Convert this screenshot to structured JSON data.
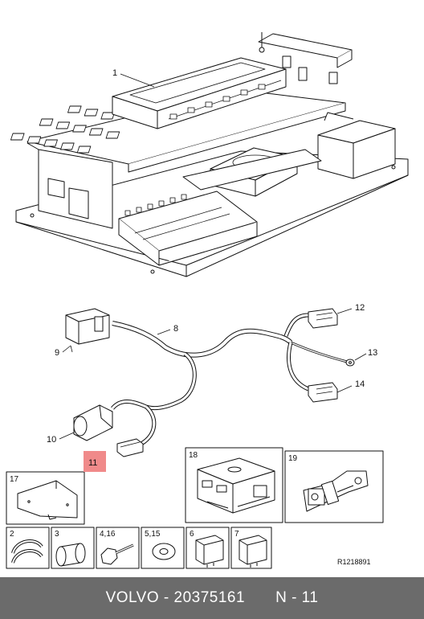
{
  "callouts": {
    "c1": "1",
    "c8": "8",
    "c9": "9",
    "c10": "10",
    "c11": "11",
    "c12": "12",
    "c13": "13",
    "c14": "14"
  },
  "boxes": {
    "b17": "17",
    "b18": "18",
    "b19": "19",
    "b2": "2",
    "b3": "3",
    "b4_16": "4,16",
    "b5_15": "5,15",
    "b6": "6",
    "b7": "7"
  },
  "reference_code": "R1218891",
  "footer": {
    "brand_part": "VOLVO - 20375161",
    "page": "N - 11"
  },
  "colors": {
    "highlight": "#f08a8a",
    "footer_bg": "#6b6b6b"
  }
}
